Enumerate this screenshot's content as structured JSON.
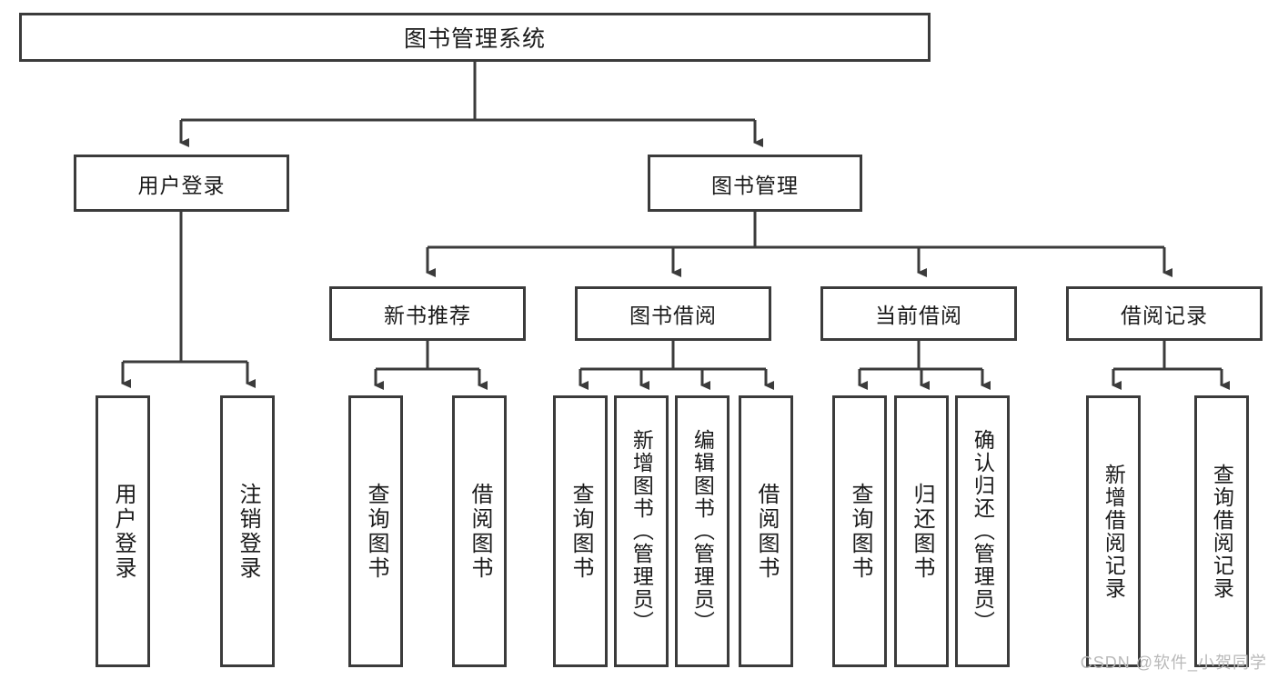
{
  "diagram": {
    "title": "图书管理系统",
    "type": "tree",
    "root": {
      "label": "图书管理系统"
    },
    "level2": [
      {
        "id": "user-login",
        "label": "用户登录"
      },
      {
        "id": "book-manage",
        "label": "图书管理"
      }
    ],
    "level3": [
      {
        "id": "new-book-recommend",
        "label": "新书推荐",
        "parent": "book-manage"
      },
      {
        "id": "book-borrow",
        "label": "图书借阅",
        "parent": "book-manage"
      },
      {
        "id": "current-borrow",
        "label": "当前借阅",
        "parent": "book-manage"
      },
      {
        "id": "borrow-record",
        "label": "借阅记录",
        "parent": "book-manage"
      }
    ],
    "leaves": [
      {
        "id": "leaf-user-login",
        "label": "用户登录",
        "parent": "user-login"
      },
      {
        "id": "leaf-user-logout",
        "label": "注销登录",
        "parent": "user-login"
      },
      {
        "id": "leaf-query-book-1",
        "label": "查询图书",
        "parent": "new-book-recommend"
      },
      {
        "id": "leaf-borrow-book-1",
        "label": "借阅图书",
        "parent": "new-book-recommend"
      },
      {
        "id": "leaf-query-book-2",
        "label": "查询图书",
        "parent": "book-borrow"
      },
      {
        "id": "leaf-add-book",
        "label": "新增图书（管理员）",
        "parent": "book-borrow"
      },
      {
        "id": "leaf-edit-book",
        "label": "编辑图书（管理员）",
        "parent": "book-borrow"
      },
      {
        "id": "leaf-borrow-book-2",
        "label": "借阅图书",
        "parent": "book-borrow"
      },
      {
        "id": "leaf-query-book-3",
        "label": "查询图书",
        "parent": "current-borrow"
      },
      {
        "id": "leaf-return-book",
        "label": "归还图书",
        "parent": "current-borrow"
      },
      {
        "id": "leaf-confirm-return",
        "label": "确认归还（管理员）",
        "parent": "current-borrow"
      },
      {
        "id": "leaf-add-record",
        "label": "新增借阅记录",
        "parent": "borrow-record"
      },
      {
        "id": "leaf-query-record",
        "label": "查询借阅记录",
        "parent": "borrow-record"
      }
    ]
  },
  "watermark": {
    "text": "CSDN @软件_小贺同学"
  },
  "colors": {
    "border": "#3b3b3b",
    "text": "#1a1a1a",
    "background": "#ffffff",
    "watermark": "#b9b9b9"
  }
}
